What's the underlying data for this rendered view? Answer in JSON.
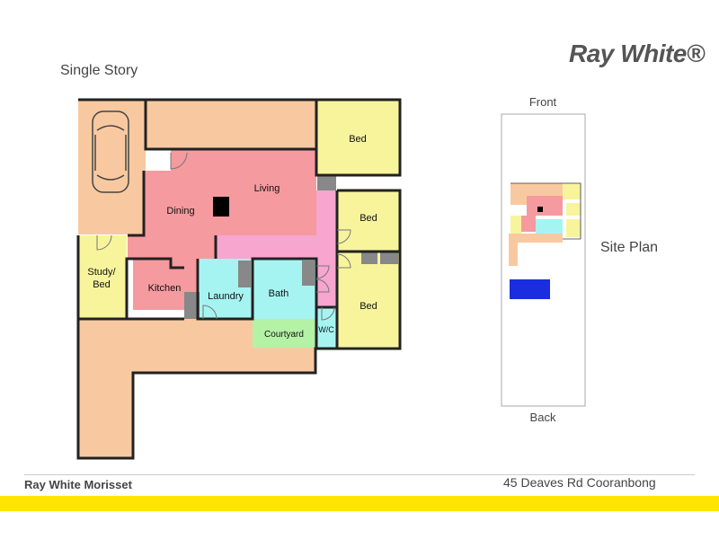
{
  "brand": {
    "logo_text": "Ray White®"
  },
  "plan": {
    "story_title": "Single Story",
    "rooms": {
      "bed1": "Bed",
      "bed2": "Bed",
      "bed3": "Bed",
      "living": "Living",
      "dining": "Dining",
      "study": "Study/",
      "study2": "Bed",
      "kitchen": "Kitchen",
      "laundry": "Laundry",
      "bath": "Bath",
      "courtyard": "Courtyard",
      "wc": "W/C"
    }
  },
  "site_plan": {
    "front_label": "Front",
    "back_label": "Back",
    "title": "Site Plan"
  },
  "footer": {
    "agency": "Ray White Morisset",
    "address": "45 Deaves Rd Cooranbong"
  },
  "colors": {
    "deck": "#f8c9a0",
    "bed": "#f8f49c",
    "living": "#f59a9f",
    "hall": "#f7a6cf",
    "wet": "#a6f4f2",
    "courtyard": "#b4f2a6",
    "study": "#f8f49c",
    "wall": "#222222",
    "fixture": "#888888",
    "pool": "#1a2ee0"
  }
}
